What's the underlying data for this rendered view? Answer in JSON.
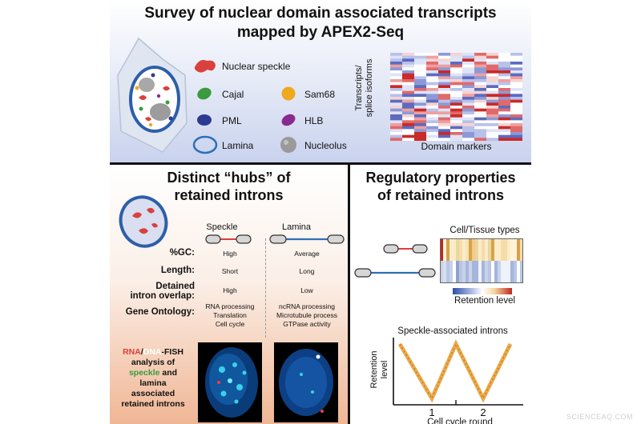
{
  "top": {
    "title_line1": "Survey of nuclear domain associated transcripts",
    "title_line2": "mapped by APEX2-Seq",
    "legend": [
      {
        "label": "Nuclear speckle",
        "color": "#d9413a"
      },
      {
        "label": "Cajal",
        "color": "#3a9a3e"
      },
      {
        "label": "Sam68",
        "color": "#f0a81e"
      },
      {
        "label": "PML",
        "color": "#2d3a92"
      },
      {
        "label": "HLB",
        "color": "#8a2a8e"
      },
      {
        "label": "Lamina",
        "color": "#2d6fb8"
      },
      {
        "label": "Nucleolus",
        "color": "#9a9a9a"
      }
    ],
    "heatmap_ylabel_line1": "Transcripts/",
    "heatmap_ylabel_line2": "splice isoforms",
    "heatmap_xlabel": "Domain markers"
  },
  "left": {
    "title_line1": "Distinct “hubs” of",
    "title_line2": "retained introns",
    "col_speckle": "Speckle",
    "col_lamina": "Lamina",
    "rows": {
      "gc": "%GC:",
      "length": "Length:",
      "detained_line1": "Detained",
      "detained_line2": "intron overlap:",
      "go": "Gene Ontology:"
    },
    "speckle_values": {
      "gc": "High",
      "length": "Short",
      "detained": "High",
      "go_1": "RNA processing",
      "go_2": "Translation",
      "go_3": "Cell cycle"
    },
    "lamina_values": {
      "gc": "Average",
      "length": "Long",
      "detained": "Low",
      "go_1": "ncRNA processing",
      "go_2": "Microtubule process",
      "go_3": "GTPase activity"
    },
    "fish": {
      "rna": "RNA",
      "slash": "/",
      "dna": "DNA",
      "fish_suffix": "-FISH",
      "line2": "analysis of",
      "speckle": "speckle",
      "and_lamina": " and lamina",
      "line4": "associated",
      "line5": "retained introns"
    }
  },
  "right": {
    "title_line1": "Regulatory properties",
    "title_line2": "of retained introns",
    "heatmap_title": "Cell/Tissue types",
    "colorbar_label": "Retention level",
    "plot_title": "Speckle-associated introns",
    "plot_ylabel_line1": "Retention",
    "plot_ylabel_line2": "level",
    "plot_xlabel": "Cell cycle round",
    "tick_1": "1",
    "tick_2": "2"
  },
  "watermark": "SCIENCEAQ.COM"
}
